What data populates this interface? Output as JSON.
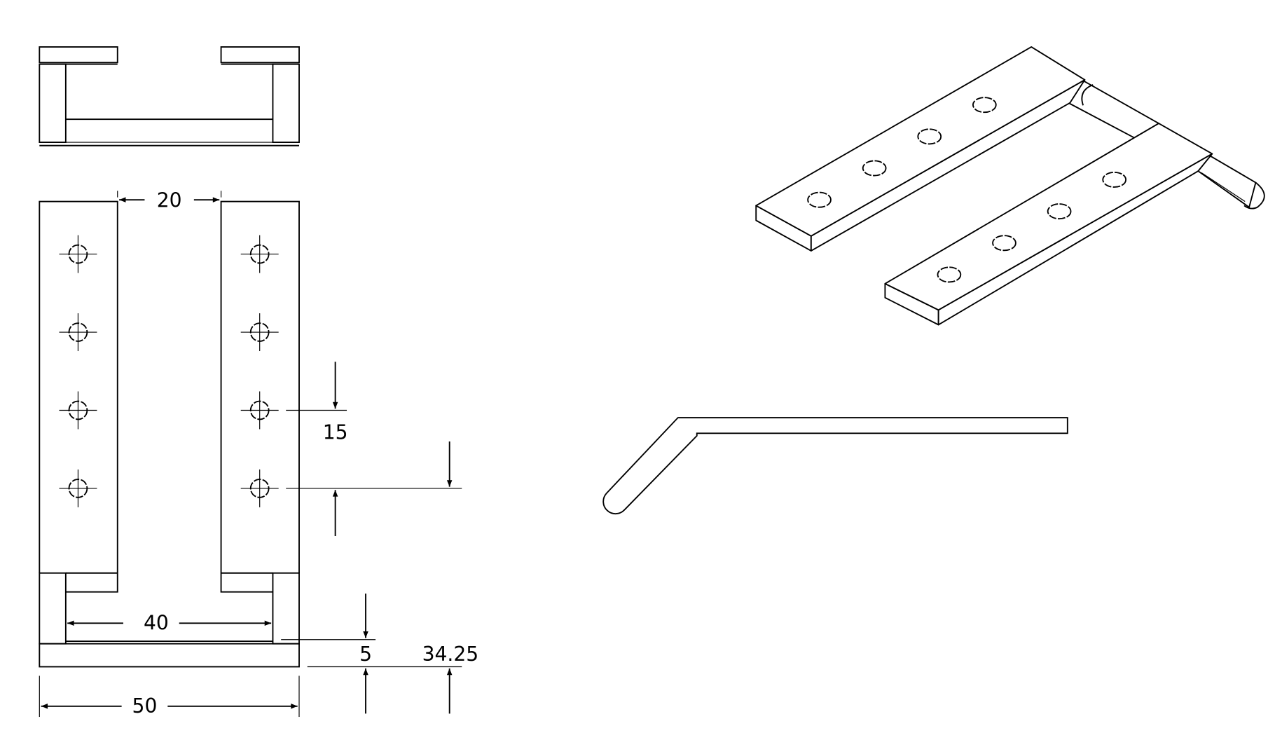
{
  "drawing": {
    "dimensions": {
      "gap_width": "20",
      "hole_pitch": "15",
      "inner_width": "40",
      "bar_height": "5",
      "hole_offset": "34.25",
      "overall_width": "50"
    },
    "views": [
      "top-view",
      "front-view",
      "isometric-view",
      "side-view"
    ],
    "holes_per_plate": 4,
    "line_color": "#000000",
    "background": "#ffffff"
  }
}
